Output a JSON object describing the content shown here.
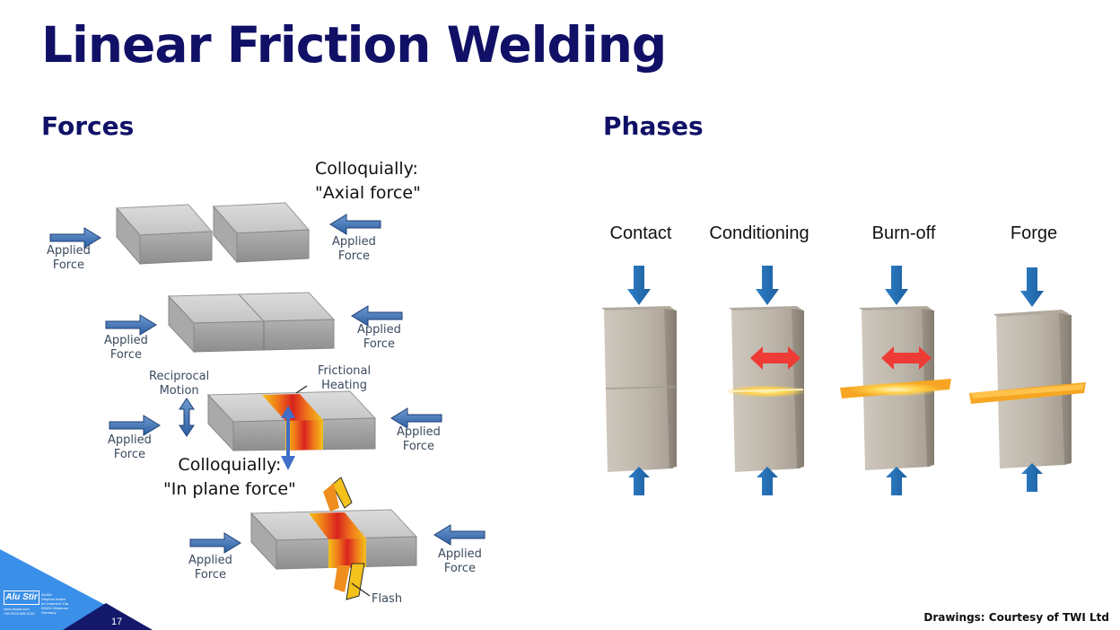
{
  "slide": {
    "title": "Linear Friction Welding",
    "page_number": "17",
    "credit": "Drawings: Courtesy of TWI Ltd",
    "logo": {
      "mark": "Alu Stir",
      "brand": "AluStir",
      "address_lines": [
        "Stephan Kallee",
        "Im Unterdorf 13a",
        "53320 Ottobrunn",
        "Germany"
      ],
      "web": "www.alustir.com",
      "phone": "+49 5034 636 0133"
    },
    "colors": {
      "title": "#101166",
      "accent_triangle": "#3a8fe8",
      "dark_triangle": "#14186a",
      "arrow_blue": "#2e6db8",
      "heat_red": "#e5362c",
      "glow_orange": "#f6a623"
    }
  },
  "forces": {
    "heading": "Forces",
    "axial_note": [
      "Colloquially:",
      "\"Axial force\""
    ],
    "inplane_note": [
      "Colloquially:",
      "\"In plane force\""
    ],
    "labels": {
      "applied_force": [
        "Applied",
        "Force"
      ],
      "reciprocal_motion": [
        "Reciprocal",
        "Motion"
      ],
      "frictional_heating": [
        "Frictional",
        "Heating"
      ],
      "flash": "Flash"
    }
  },
  "phases": {
    "heading": "Phases",
    "items": [
      {
        "label": "Contact"
      },
      {
        "label": "Conditioning"
      },
      {
        "label": "Burn-off"
      },
      {
        "label": "Forge"
      }
    ]
  }
}
